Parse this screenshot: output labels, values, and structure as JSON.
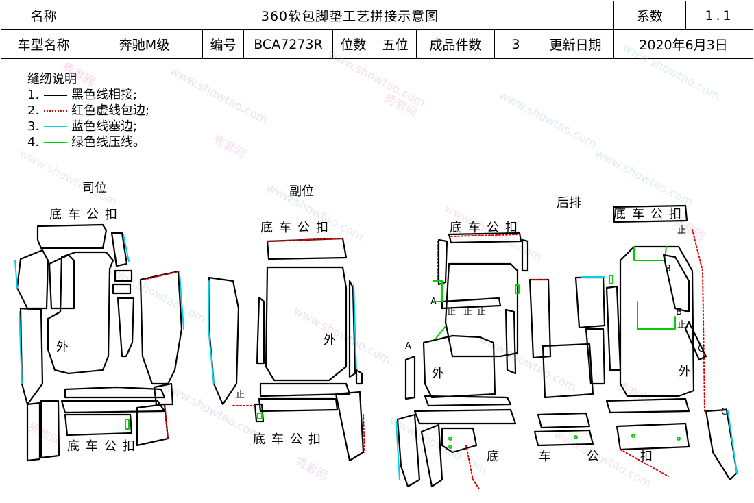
{
  "header": {
    "row1": {
      "name_label": "名称",
      "title": "360软包脚垫工艺拼接示意图",
      "coef_label": "系数",
      "coef_value": "1.1"
    },
    "row2": {
      "model_label": "车型名称",
      "model_value": "奔驰M级",
      "code_label": "编号",
      "code_value": "BCA7273R",
      "seats_label": "位数",
      "seats_value": "五位",
      "pieces_label": "成品件数",
      "pieces_value": "3",
      "date_label": "更新日期",
      "date_value": "2020年6月3日"
    }
  },
  "legend": {
    "title": "缝纫说明",
    "items": [
      {
        "num": "1.",
        "style": "black",
        "text": "黑色线相接;"
      },
      {
        "num": "2.",
        "style": "red",
        "text": "红色虚线包边;"
      },
      {
        "num": "3.",
        "style": "cyan",
        "text": "蓝色线塞边;"
      },
      {
        "num": "4.",
        "style": "green",
        "text": "绿色线压线。"
      }
    ]
  },
  "sections": {
    "driver": {
      "title": "司位",
      "buckle_top": "底车公扣",
      "buckle_bottom": "底车公扣",
      "outer": "外"
    },
    "passenger": {
      "title": "副位",
      "buckle_top": "底车公扣",
      "buckle_bottom": "底车公扣",
      "outer": "外",
      "stop": "止"
    },
    "rear": {
      "title": "后排",
      "buckle_top_left": "底车公扣",
      "buckle_top_right": "底车公扣",
      "buckle_bottom": [
        "底",
        "车",
        "公",
        "扣"
      ],
      "outer_left": "外",
      "outer_right": "外",
      "stop": "止"
    }
  },
  "markers": {
    "a": "A",
    "b": "B",
    "c": "C",
    "stop": "止"
  },
  "watermark": {
    "cn": "秀套网",
    "url": "www.showtao.com"
  },
  "colors": {
    "black": "#000000",
    "red": "#e00000",
    "cyan": "#00d0e8",
    "green": "#00d000"
  }
}
